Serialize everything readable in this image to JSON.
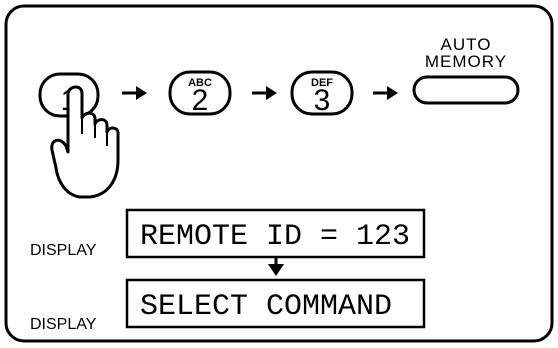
{
  "buttons": [
    {
      "digit": "1",
      "letters": ""
    },
    {
      "digit": "2",
      "letters": "ABC"
    },
    {
      "digit": "3",
      "letters": "DEF"
    }
  ],
  "auto_memory": {
    "line1": "AUTO",
    "line2": "MEMORY"
  },
  "display_rows": [
    {
      "label": "DISPLAY",
      "text": "REMOTE ID = 123"
    },
    {
      "label": "DISPLAY",
      "text": "SELECT COMMAND"
    }
  ]
}
